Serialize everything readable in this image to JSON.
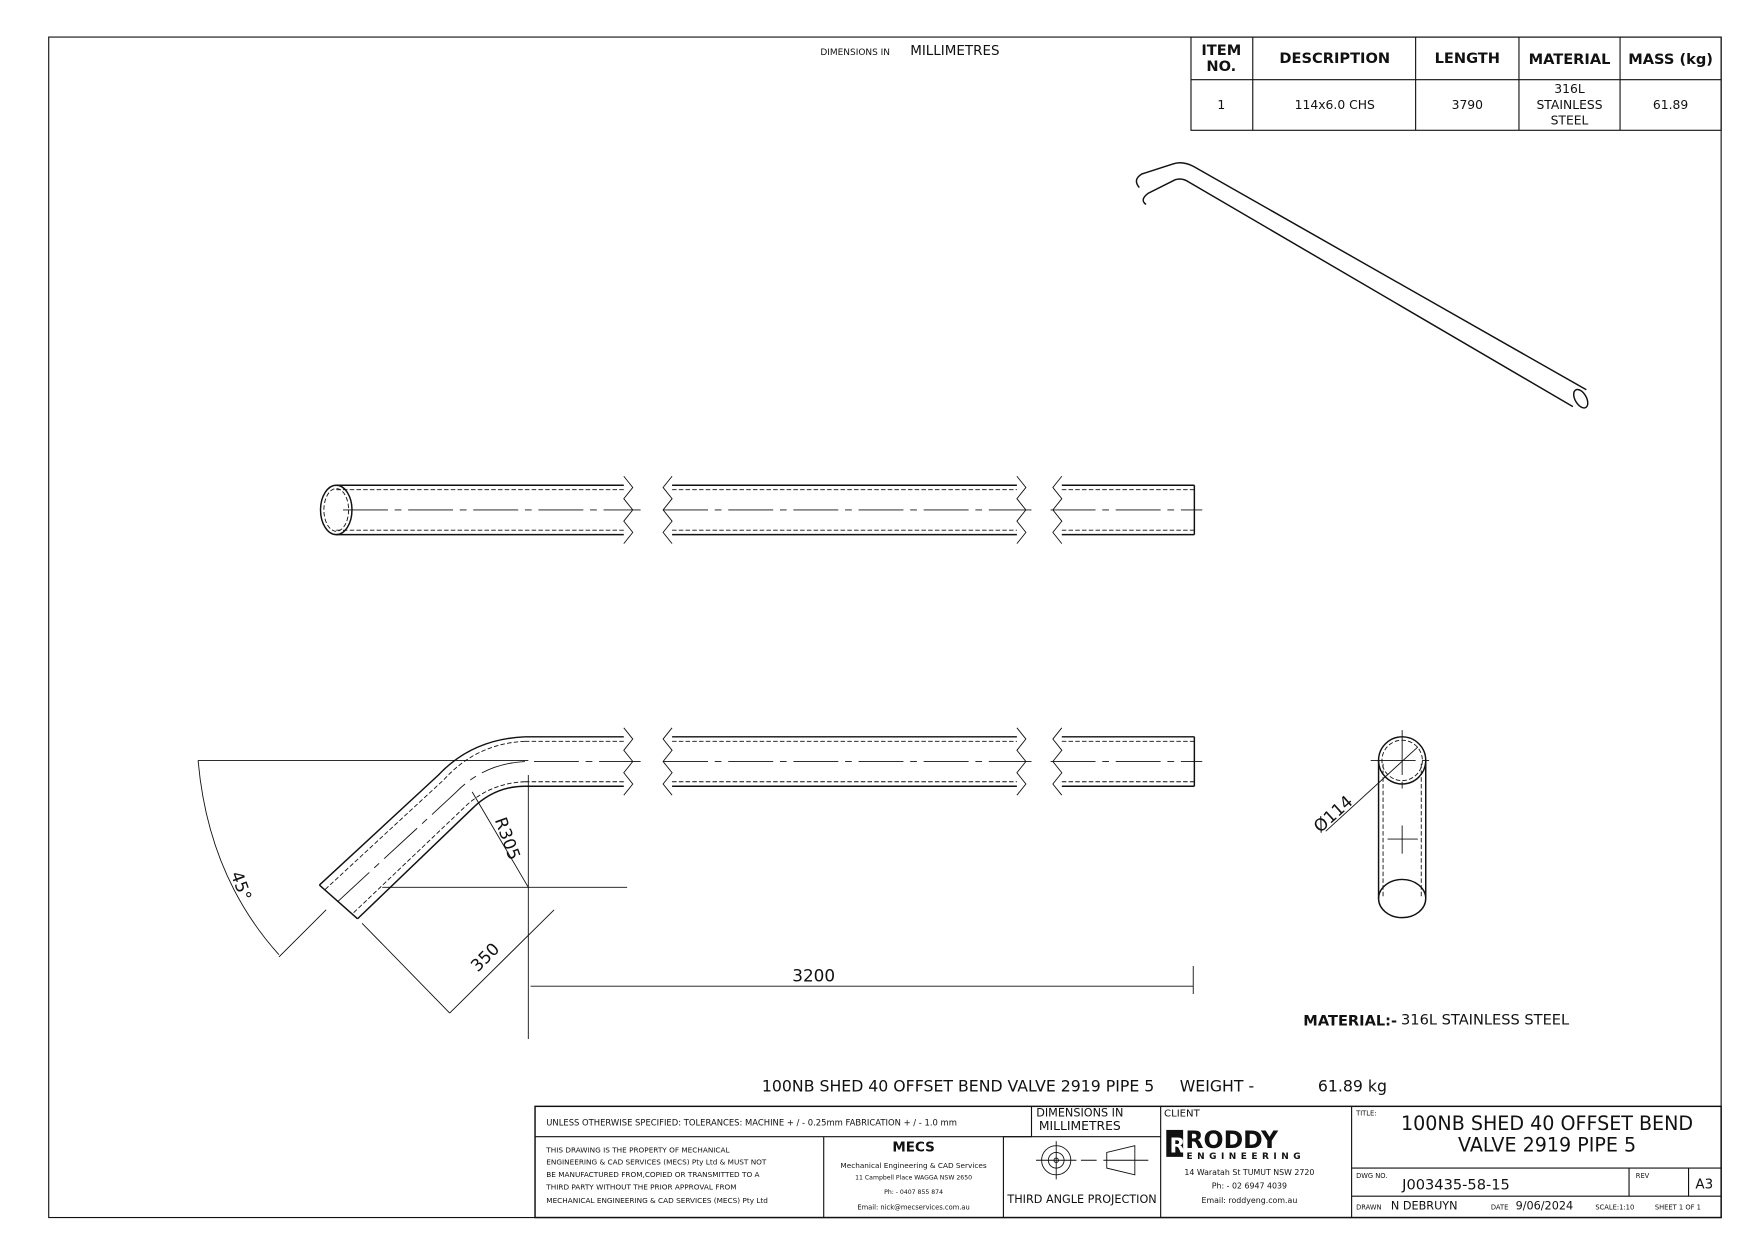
{
  "header": {
    "dims_small": "DIMENSIONS IN",
    "dims_units": "MILLIMETRES"
  },
  "bom": {
    "headers": {
      "item_1": "ITEM",
      "item_2": "NO.",
      "description": "DESCRIPTION",
      "length": "LENGTH",
      "material": "MATERIAL",
      "mass": "MASS (kg)"
    },
    "rows": [
      {
        "item": "1",
        "description": "114x6.0 CHS",
        "length": "3790",
        "material_1": "316L",
        "material_2": "STAINLESS",
        "material_3": "STEEL",
        "mass": "61.89"
      }
    ]
  },
  "dimensions": {
    "angle": "45°",
    "radius": "R305",
    "leg": "350",
    "length": "3200",
    "diameter": "Ø114"
  },
  "material_note": {
    "label": "MATERIAL:-",
    "value": "316L STAINLESS STEEL"
  },
  "caption": {
    "title": "100NB SHED 40 OFFSET BEND VALVE 2919 PIPE 5",
    "weight_label": "WEIGHT -",
    "weight_value": "61.89 kg"
  },
  "title_block": {
    "tolerances": "UNLESS OTHERWISE SPECIFIED: TOLERANCES: MACHINE + / - 0.25mm  FABRICATION + / - 1.0 mm",
    "dims_1": "DIMENSIONS IN",
    "dims_2": "MILLIMETRES",
    "property": [
      "THIS DRAWING IS THE PROPERTY OF MECHANICAL",
      "ENGINEERING & CAD SERVICES (MECS) Pty Ltd & MUST NOT",
      "BE MANUFACTURED FROM,COPIED OR TRANSMITTED TO A",
      "THIRD PARTY WITHOUT THE PRIOR APPROVAL FROM",
      "MECHANICAL ENGINEERING & CAD SERVICES (MECS) Pty Ltd"
    ],
    "mecs": {
      "logo": "MECS",
      "name": "Mechanical Engineering & CAD Services",
      "address": "11 Campbell Place WAGGA NSW 2650",
      "phone": "Ph: - 0407 855 874",
      "email": "Email: nick@mecservices.com.au"
    },
    "projection": "THIRD ANGLE PROJECTION",
    "client": {
      "label": "CLIENT",
      "logo": "RODDY",
      "logo_sub": "ENGINEERING",
      "address": "14 Waratah St TUMUT NSW 2720",
      "phone": "Ph: - 02 6947 4039",
      "email": "Email: roddyeng.com.au"
    },
    "title_label": "TITLE:",
    "title_1": "100NB SHED 40 OFFSET BEND",
    "title_2": "VALVE 2919 PIPE 5",
    "dwg_label": "DWG NO.",
    "dwg_no": "J003435-58-15",
    "rev_label": "REV",
    "size": "A3",
    "drawn_label": "DRAWN",
    "drawn_by": "N DEBRUYN",
    "date_label": "DATE",
    "date": "9/06/2024",
    "scale": "SCALE:1:10",
    "sheet": "SHEET 1 OF 1"
  }
}
